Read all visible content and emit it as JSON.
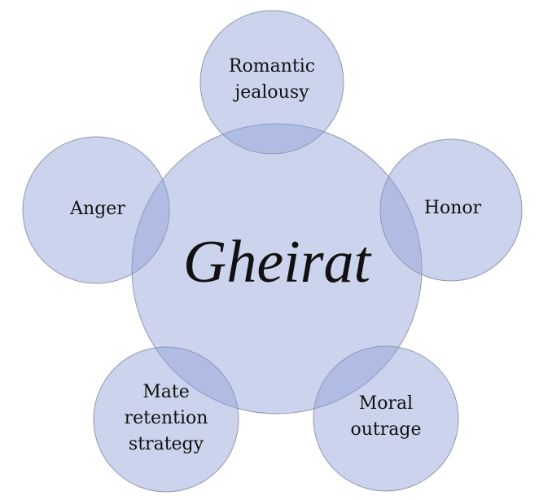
{
  "title": "Gheirat",
  "nodes": [
    {
      "id": "romantic-jealousy",
      "label": "Romantic\njealousy"
    },
    {
      "id": "honor",
      "label": "Honor"
    },
    {
      "id": "moral-outrage",
      "label": "Moral\noutrage"
    },
    {
      "id": "mate-retention-strategy",
      "label": "Mate\nretention\nstrategy"
    },
    {
      "id": "anger",
      "label": "Anger"
    }
  ],
  "colors": {
    "fill": "#8ea0d6",
    "stroke": "#8f98b0"
  }
}
